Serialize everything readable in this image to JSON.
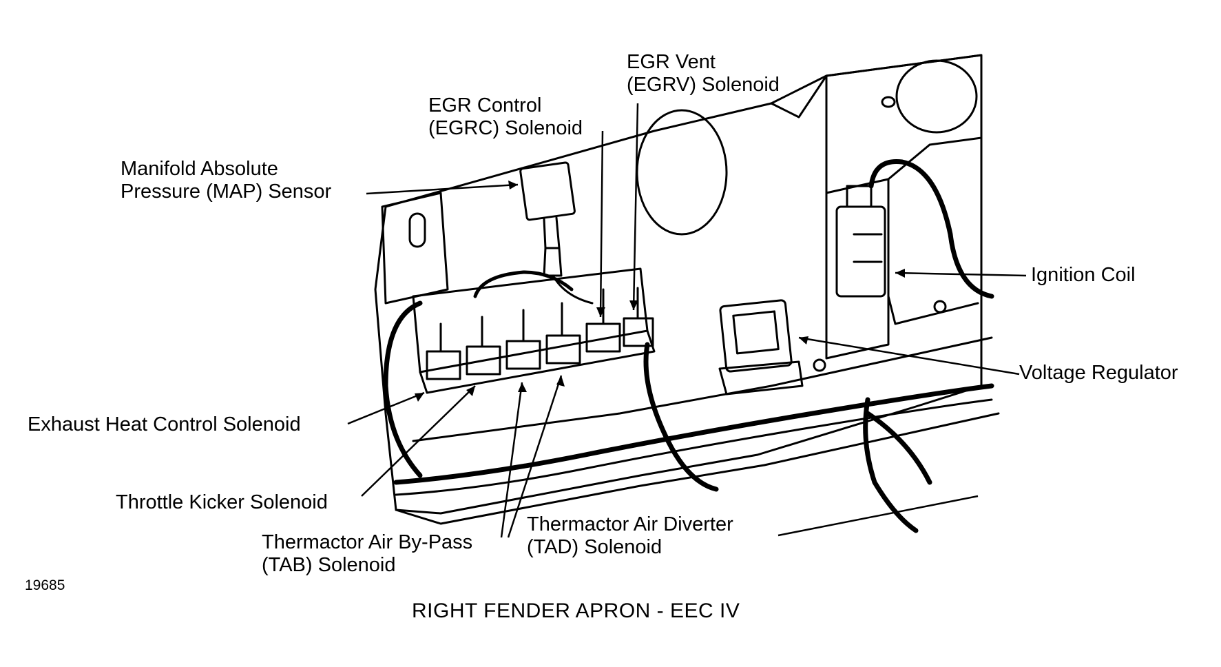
{
  "figure": {
    "title": "RIGHT FENDER APRON - EEC IV",
    "figure_number": "19685"
  },
  "labels": {
    "egr_vent": {
      "line1": "EGR Vent",
      "line2": "(EGRV) Solenoid"
    },
    "egr_control": {
      "line1": "EGR Control",
      "line2": "(EGRC) Solenoid"
    },
    "map_sensor": {
      "line1": "Manifold Absolute",
      "line2": "Pressure (MAP) Sensor"
    },
    "ignition_coil": "Ignition Coil",
    "voltage_regulator": "Voltage Regulator",
    "exhaust_heat": "Exhaust Heat Control Solenoid",
    "throttle_kicker": "Throttle Kicker Solenoid",
    "tab": {
      "line1": "Thermactor Air By-Pass",
      "line2": "(TAB) Solenoid"
    },
    "tad": {
      "line1": "Thermactor Air Diverter",
      "line2": "(TAD) Solenoid"
    }
  }
}
